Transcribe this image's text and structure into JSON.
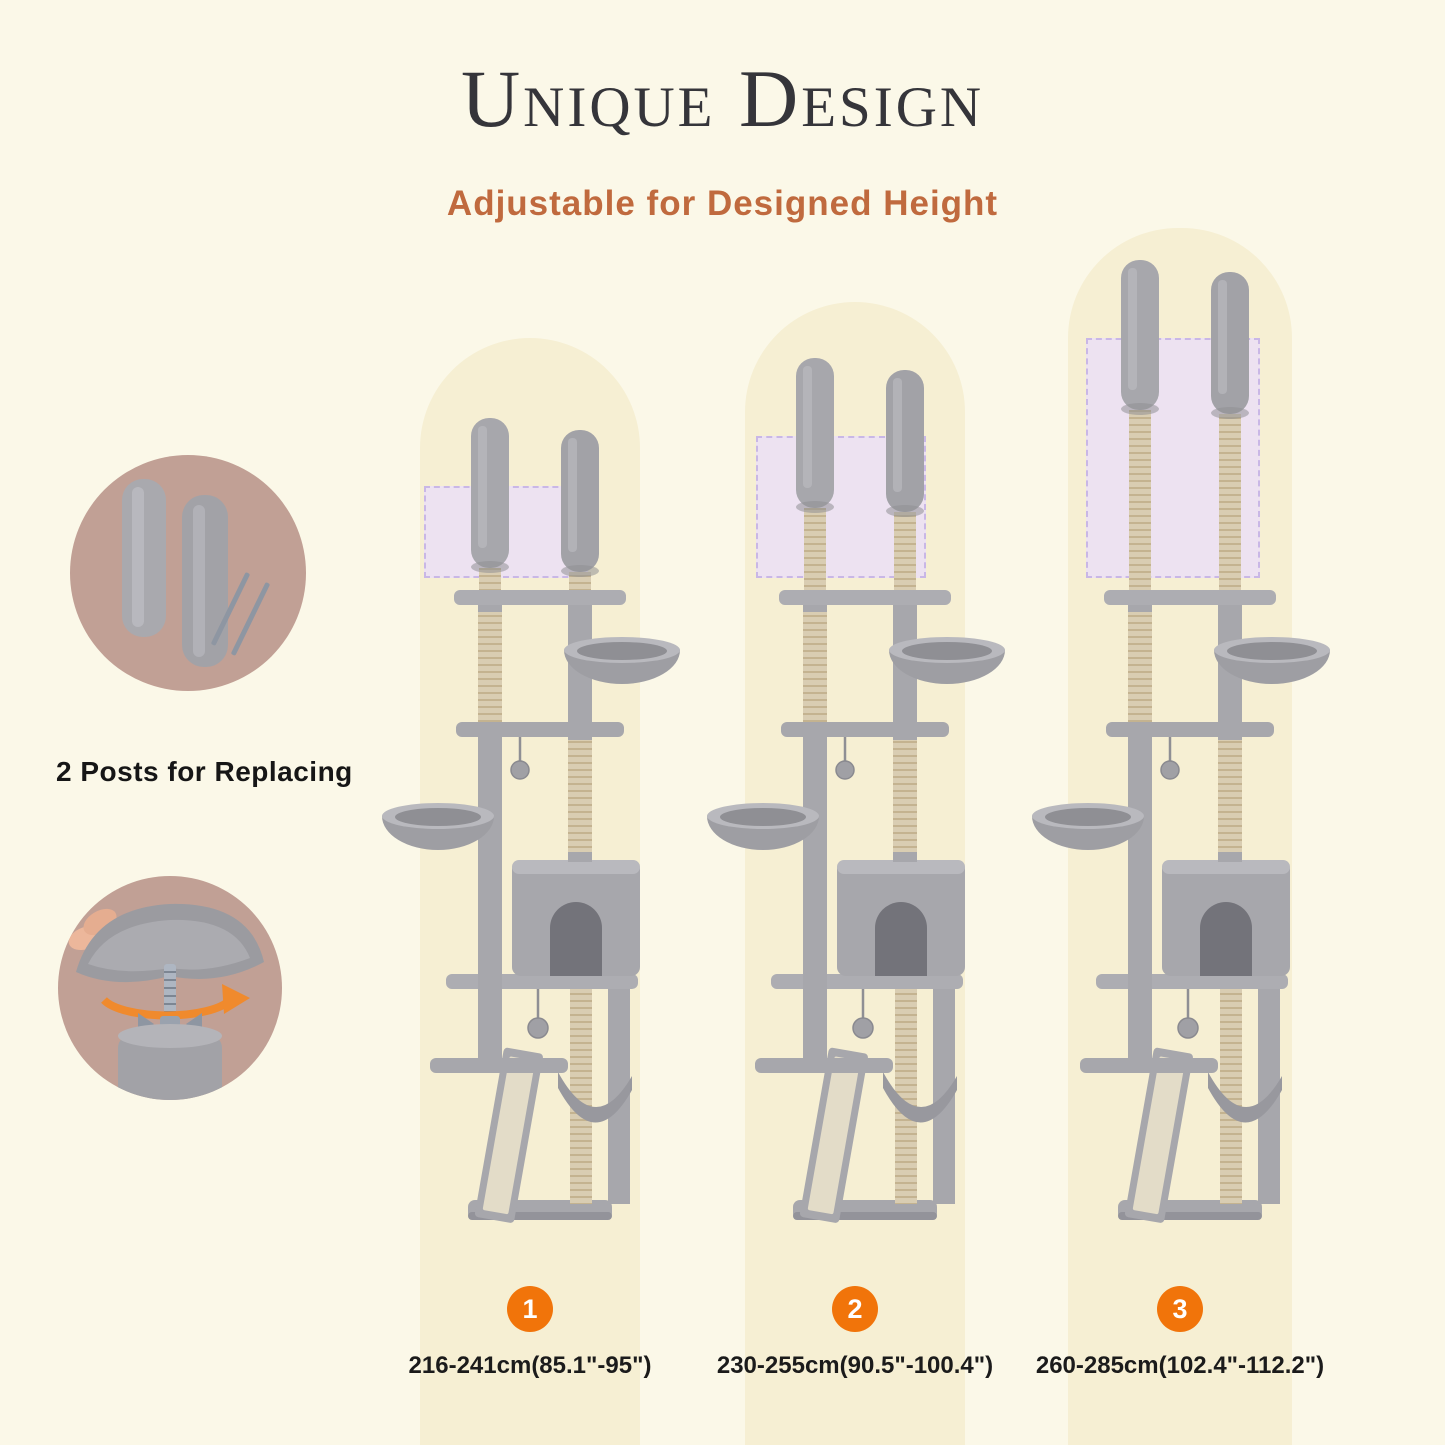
{
  "page": {
    "title": "Unique Design",
    "subtitle": "Adjustable for Designed Height"
  },
  "replacement_feature": {
    "caption": "2 Posts for Replacing",
    "photo1": "two-replacement-plush-posts-with-screw-rods",
    "photo2": "post-screw-adjustment-close-up"
  },
  "height_options": [
    {
      "number": "1",
      "range": "216-241cm(85.1\"-95\")"
    },
    {
      "number": "2",
      "range": "230-255cm(90.5\"-100.4\")"
    },
    {
      "number": "3",
      "range": "260-285cm(102.4\"-112.2\")"
    }
  ],
  "colors": {
    "background": "#FBF8E8",
    "band_beige": "#F6EFD3",
    "accent_orange": "#F1740A",
    "subtitle_brown": "#C06A3E",
    "highlight_lavender": "#EADFF8",
    "plush_gray": "#A7A7AC",
    "sisal_beige": "#D9CDB2",
    "photo_circle_brown": "#C1A095"
  }
}
